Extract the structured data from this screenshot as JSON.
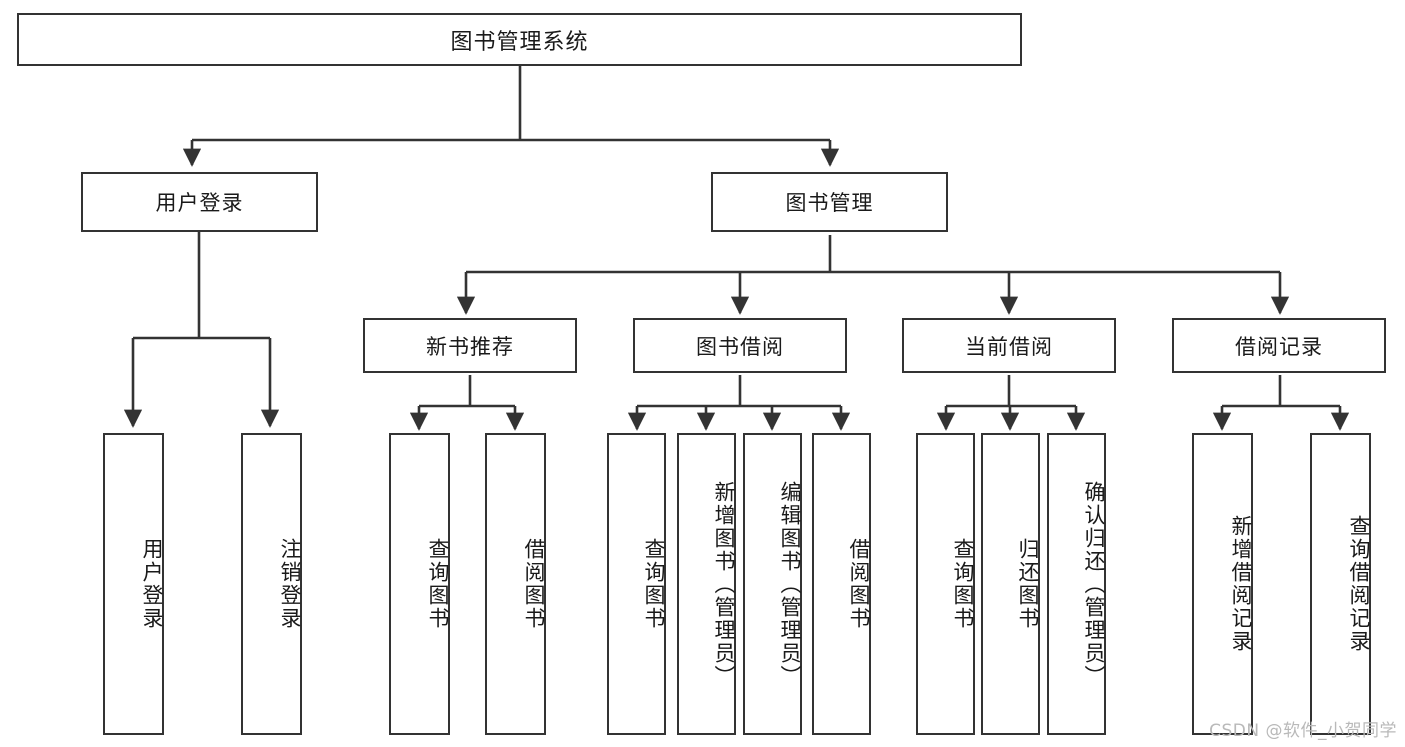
{
  "diagram": {
    "title": "图书管理系统",
    "type": "hierarchy-tree",
    "root": {
      "label": "图书管理系统"
    },
    "level1": [
      {
        "label": "用户登录"
      },
      {
        "label": "图书管理"
      }
    ],
    "level2": [
      {
        "label": "新书推荐",
        "parent": "图书管理"
      },
      {
        "label": "图书借阅",
        "parent": "图书管理"
      },
      {
        "label": "当前借阅",
        "parent": "图书管理"
      },
      {
        "label": "借阅记录",
        "parent": "图书管理"
      }
    ],
    "leaves": [
      {
        "label": "用户登录",
        "parent": "用户登录"
      },
      {
        "label": "注销登录",
        "parent": "用户登录"
      },
      {
        "label": "查询图书",
        "parent": "新书推荐"
      },
      {
        "label": "借阅图书",
        "parent": "新书推荐"
      },
      {
        "label": "查询图书",
        "parent": "图书借阅"
      },
      {
        "label": "新增图书（管理员）",
        "parent": "图书借阅"
      },
      {
        "label": "编辑图书（管理员）",
        "parent": "图书借阅"
      },
      {
        "label": "借阅图书",
        "parent": "图书借阅"
      },
      {
        "label": "查询图书",
        "parent": "当前借阅"
      },
      {
        "label": "归还图书",
        "parent": "当前借阅"
      },
      {
        "label": "确认归还（管理员）",
        "parent": "当前借阅"
      },
      {
        "label": "新增借阅记录",
        "parent": "借阅记录"
      },
      {
        "label": "查询借阅记录",
        "parent": "借阅记录"
      }
    ],
    "watermark": "CSDN @软件_小贺同学",
    "colors": {
      "box_border": "#333333",
      "box_fill": "#ffffff",
      "line": "#333333",
      "text": "#1a1a1a",
      "watermark": "#b9b9b9"
    }
  }
}
